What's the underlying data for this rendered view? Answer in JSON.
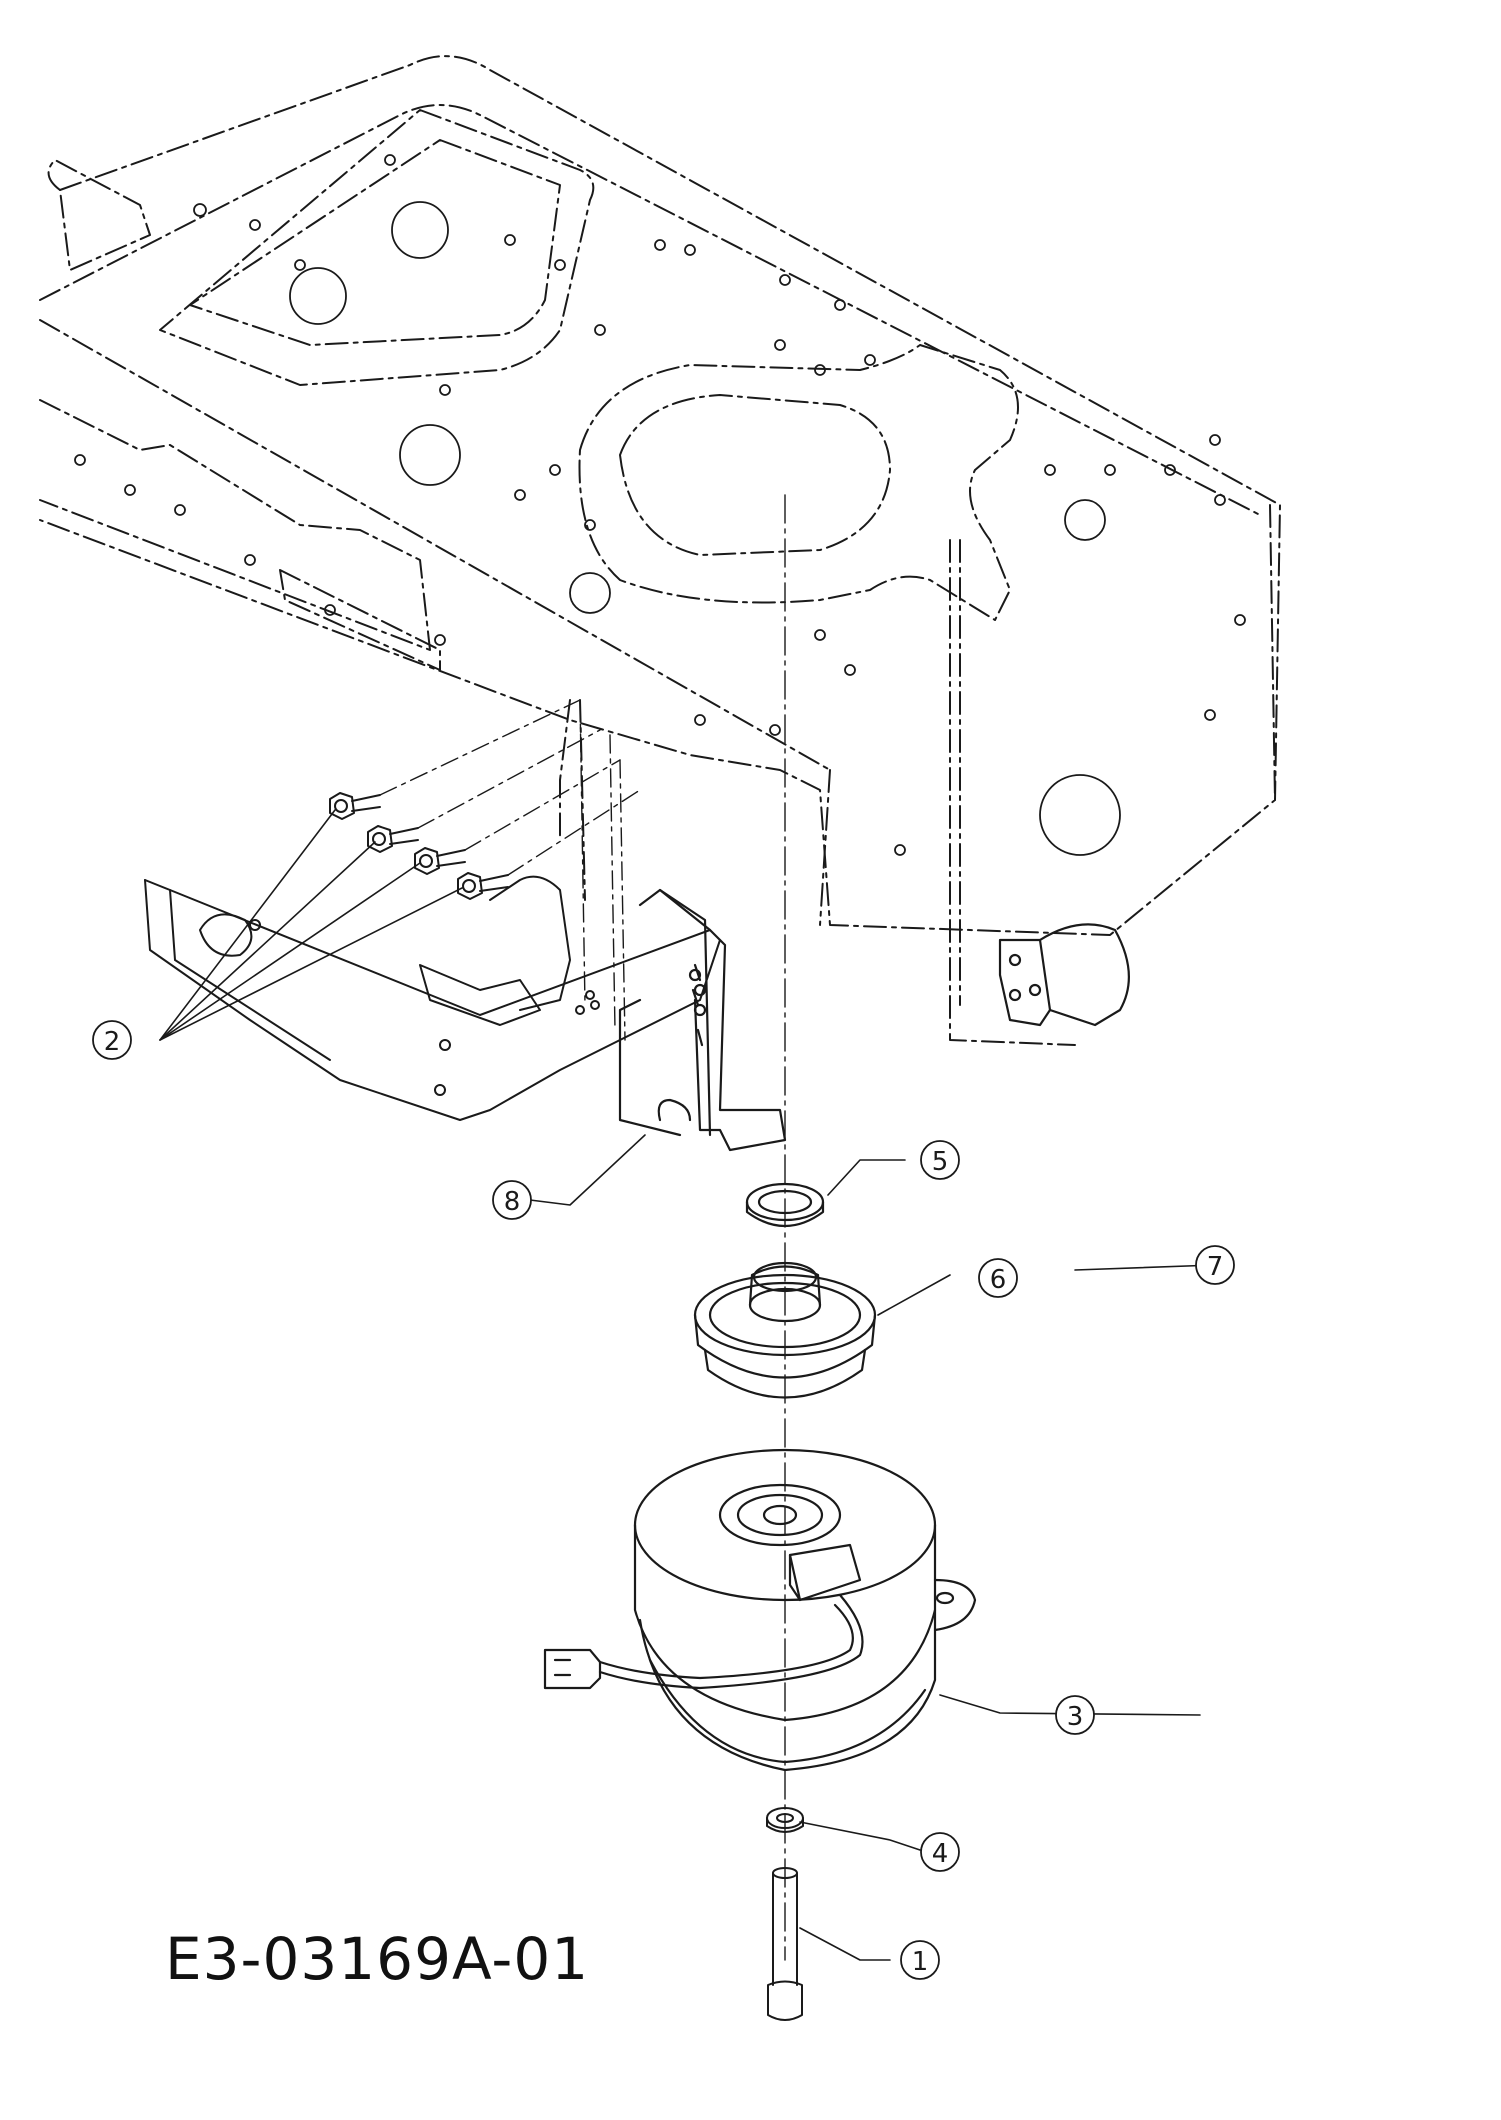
{
  "drawing": {
    "id": "E3-03169A-01",
    "callouts": [
      {
        "key": "bolt",
        "label": "1"
      },
      {
        "key": "screws",
        "label": "2"
      },
      {
        "key": "clutch",
        "label": "3"
      },
      {
        "key": "washer",
        "label": "4"
      },
      {
        "key": "spacer",
        "label": "5"
      },
      {
        "key": "pulley",
        "label": "6"
      },
      {
        "key": "bracket-right",
        "label": "7"
      },
      {
        "key": "bracket-left",
        "label": "8"
      }
    ]
  },
  "colors": {
    "line": "#1a1a1a",
    "background": "#ffffff"
  }
}
